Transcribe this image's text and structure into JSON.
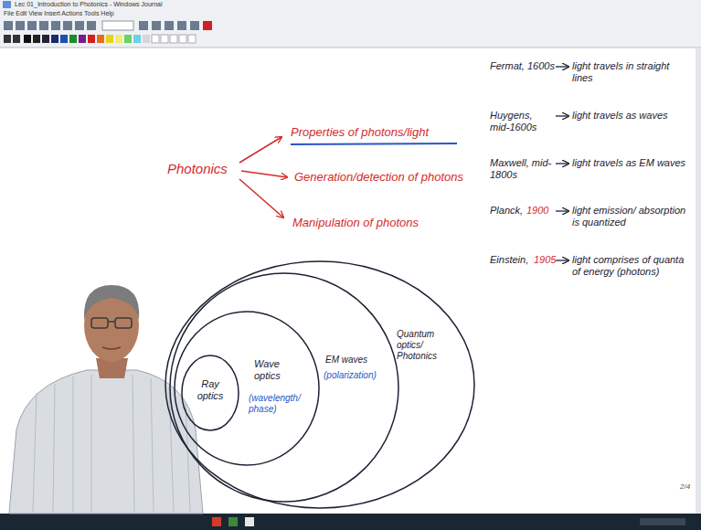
{
  "diagram": {
    "nodes": [
      {
        "text": [
          "Quantum optics/ Photonics"
        ]
      },
      {
        "text": [
          "EM waves",
          "(polarization)"
        ],
        "in": 0
      },
      {
        "text": [
          "Wave optics",
          "(wavelength/ phase)"
        ],
        "in": 1
      },
      {
        "text": [
          "Ray optics"
        ],
        "in": 2
      }
    ],
    "labels": [
      "Lec 01_Introduction to Photonics - Windows Journal",
      "File Edit View Insert Actions Tools Help",
      "Photonics",
      "Properties of photons/light",
      "Generation/detection of photons",
      "Manipulation of photons",
      "Fermat, 1600s",
      "light travels in straight lines",
      "Huygens, mid-1600s",
      "light travels as waves",
      "Maxwell, mid-1800s",
      "light travels as EM waves",
      "Planck,",
      "1900",
      "light emission/ absorption is quantized",
      "Einstein,",
      "1905",
      "light comprises of quanta of energy (photons)",
      "2/4"
    ]
  }
}
